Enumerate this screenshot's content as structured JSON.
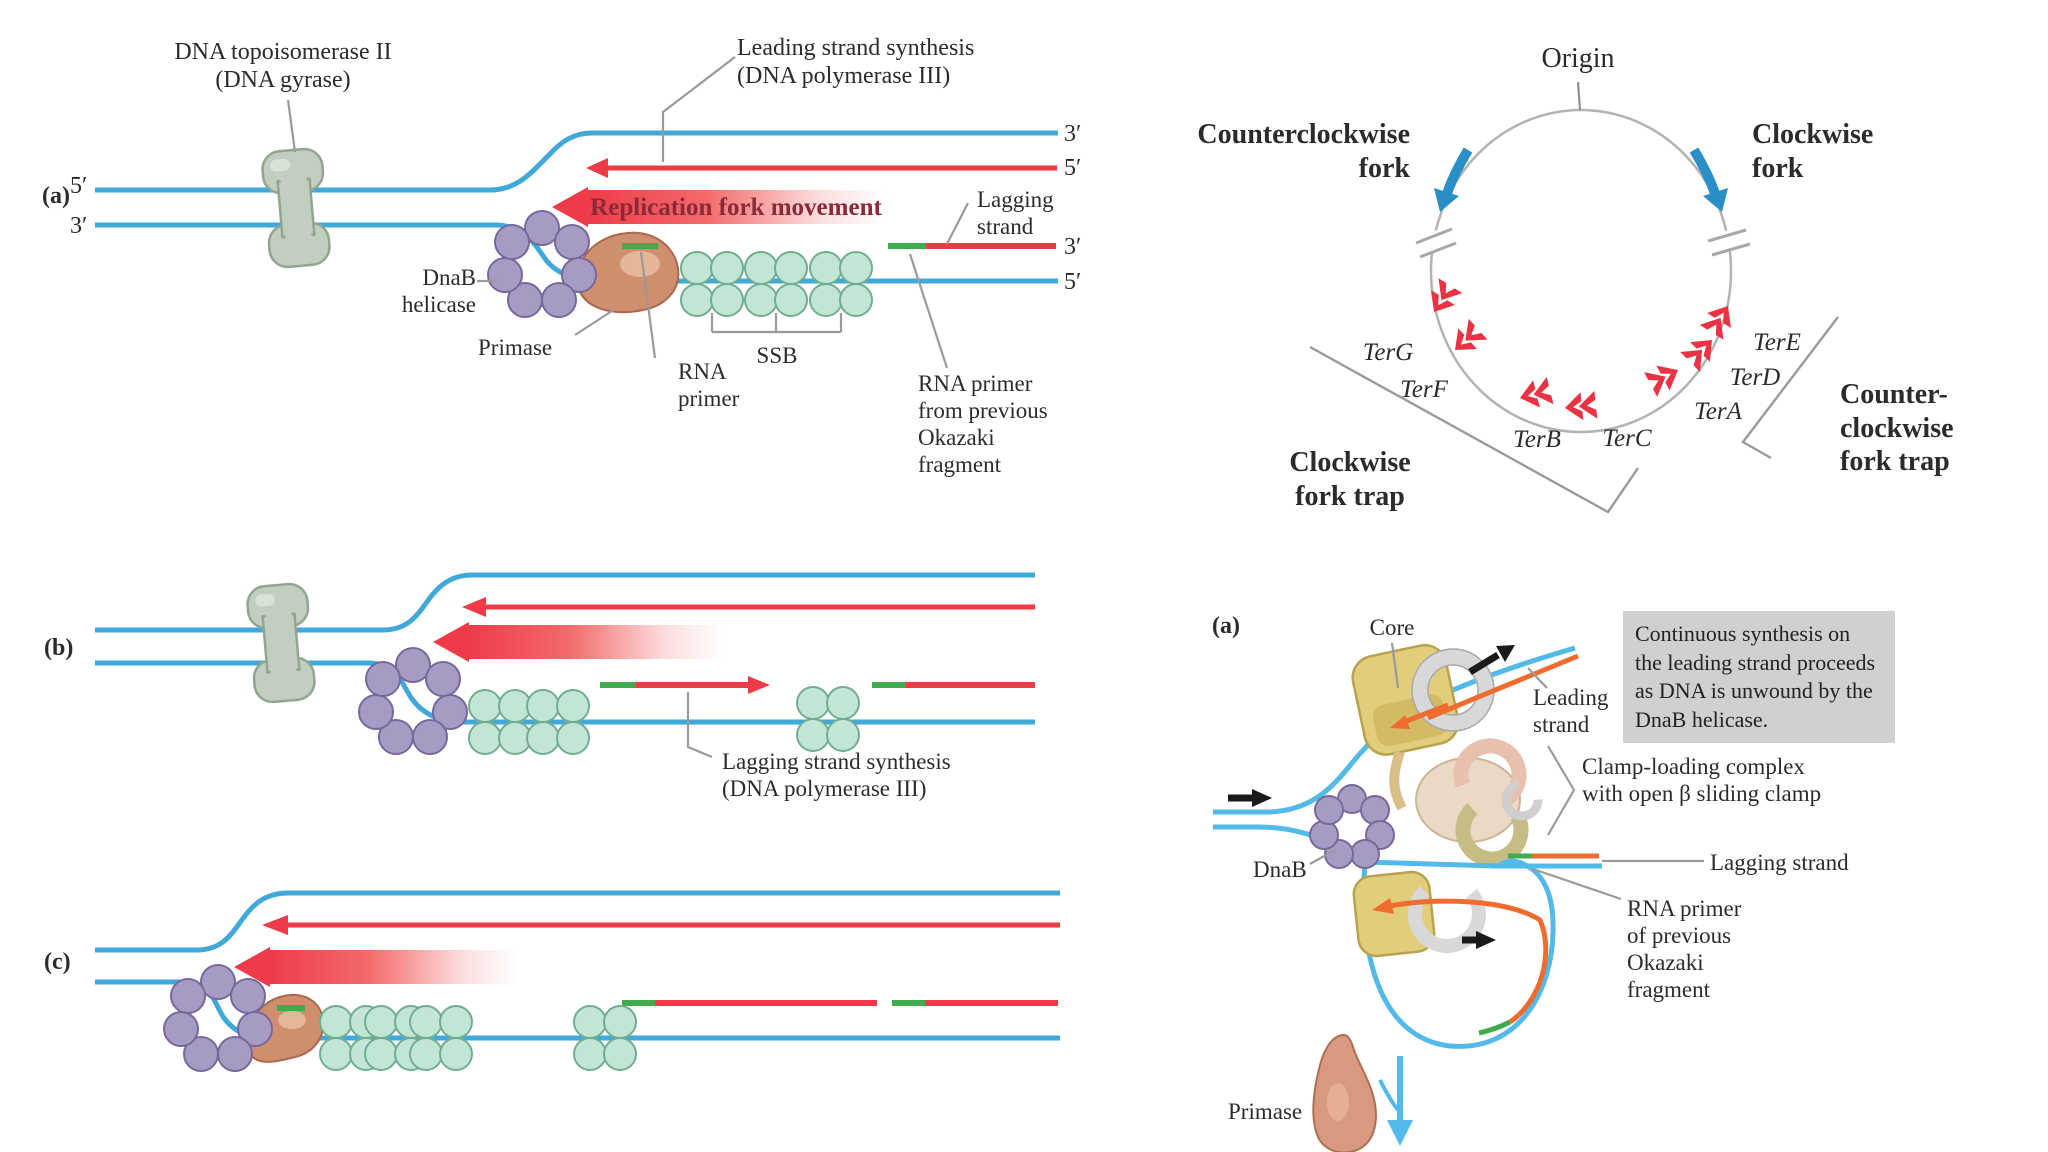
{
  "fig": {
    "panel_a": {
      "tag": "(a)",
      "topoisomerase": "DNA topoisomerase II\n(DNA gyrase)",
      "leading": "Leading strand synthesis\n(DNA polymerase III)",
      "fork_movement": "Replication fork movement",
      "dnab": "DnaB\nhelicase",
      "primase": "Primase",
      "rna_primer": "RNA\nprimer",
      "ssb": "SSB",
      "lagging": "Lagging\nstrand",
      "okazaki": "RNA primer\nfrom previous\nOkazaki\nfragment",
      "p5_left": "5′",
      "p3_left": "3′",
      "p3_top": "3′",
      "p5_top": "5′",
      "p3_lag": "3′",
      "p5_bot": "5′"
    },
    "panel_b": {
      "tag": "(b)",
      "lagging_synthesis": "Lagging strand synthesis\n(DNA polymerase III)"
    },
    "panel_c": {
      "tag": "(c)"
    },
    "plasmid": {
      "origin": "Origin",
      "ccw_fork": "Counterclockwise\nfork",
      "cw_fork": "Clockwise\nfork",
      "ter_g": "TerG",
      "ter_f": "TerF",
      "ter_b": "TerB",
      "ter_c": "TerC",
      "ter_a": "TerA",
      "ter_d": "TerD",
      "ter_e": "TerE",
      "cw_trap": "Clockwise\nfork trap",
      "ccw_trap": "Counter-\nclockwise\nfork trap"
    },
    "replisome": {
      "tag": "(a)",
      "core": "Core",
      "leading": "Leading\nstrand",
      "callout": "Continuous synthesis on\nthe leading strand proceeds\nas DNA is unwound by the\nDnaB helicase.",
      "clamp": "Clamp-loading complex\nwith open β sliding clamp",
      "dnab": "DnaB",
      "lagging": "Lagging strand",
      "okazaki": "RNA primer\nof previous\nOkazaki\nfragment",
      "primase": "Primase"
    },
    "colors": {
      "strand_blue": "#41a8da",
      "strand_red": "#ee3b47",
      "primer_green": "#3faa4e",
      "okazaki_orange": "#f06c2e",
      "ter_red": "#e93344",
      "fork_arrow_blue": "#2a8fc6",
      "dnab_purple": "#a89bc3",
      "ssb_green": "#c2e6d3",
      "topoisomerase_green": "#c2cfc0",
      "primase_brown": "#cf8f6f",
      "clamp_yellow": "#e2cd7c",
      "callout_gray": "#d0d0d0",
      "label_text": "#2b2b2b",
      "movement_text": "#8a2a38"
    }
  }
}
